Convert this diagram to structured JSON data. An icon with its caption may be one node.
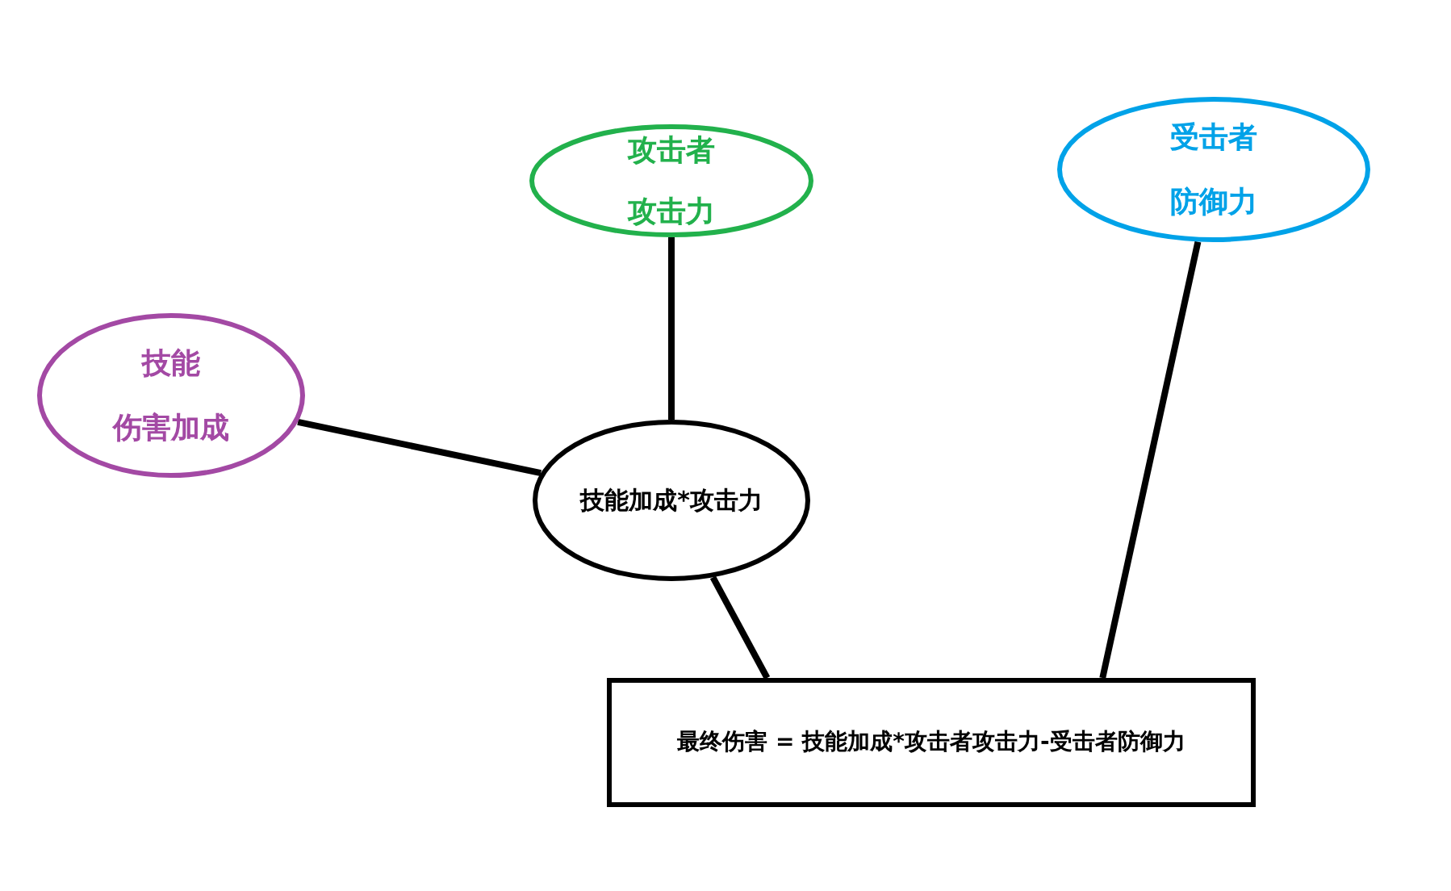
{
  "diagram": {
    "nodes": [
      {
        "text": [
          "攻击者",
          "攻击力"
        ]
      },
      {
        "text": [
          "受击者",
          "防御力"
        ]
      },
      {
        "text": [
          "技能",
          "伤害加成"
        ]
      },
      {
        "text": [
          "技能加成*攻击力"
        ]
      },
      {
        "text": [
          "最终伤害 = 技能加成*攻击者攻击力-受击者防御力"
        ]
      }
    ],
    "edges": [
      {
        "from": 0,
        "to": 3,
        "arrow": "none"
      },
      {
        "from": 2,
        "to": 3,
        "arrow": "none"
      },
      {
        "from": 3,
        "to": 4,
        "arrow": "none"
      },
      {
        "from": 1,
        "to": 4,
        "arrow": "none"
      }
    ]
  }
}
